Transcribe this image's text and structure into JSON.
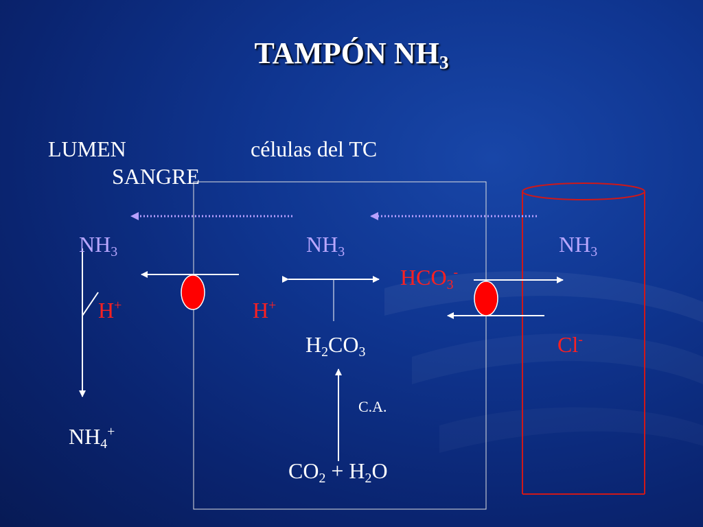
{
  "slide": {
    "title_main": "TAMPÓN NH",
    "title_sub": "3"
  },
  "headers": {
    "lumen": "LUMEN",
    "cells": "células del TC",
    "blood": "SANGRE"
  },
  "species": {
    "nh3_lumen": {
      "main": "NH",
      "sub": "3"
    },
    "nh3_cell": {
      "main": "NH",
      "sub": "3"
    },
    "nh3_blood": {
      "main": "NH",
      "sub": "3"
    },
    "hco3": {
      "main": "HCO",
      "sub": "3",
      "sup": "-"
    },
    "h_lumen": {
      "main": "H",
      "sup": "+"
    },
    "h_cell": {
      "main": "H",
      "sup": "+"
    },
    "h2co3": {
      "a": "H",
      "sub1": "2",
      "b": "CO",
      "sub2": "3"
    },
    "cl": {
      "main": "Cl",
      "sup": "-"
    },
    "ca": "C.A.",
    "nh4": {
      "main": "NH",
      "sub": "4",
      "sup": "+"
    },
    "co2_h2o": {
      "a": "CO",
      "sub1": "2",
      "b": " + H",
      "sub2": "2",
      "c": "O"
    }
  },
  "colors": {
    "purple_text": "#b9a7ff",
    "red_text": "#ff2020",
    "white_text": "#ffffff",
    "transporter_fill": "#ff0000",
    "vessel_stroke": "#d01818",
    "dotted_arrow": "#b8a0ff"
  }
}
